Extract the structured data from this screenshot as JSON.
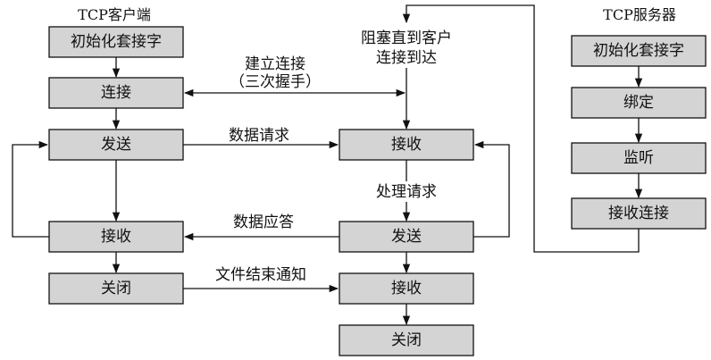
{
  "client": {
    "title": "TCP客户端",
    "boxes": [
      "初始化套接字",
      "连接",
      "发送",
      "接收",
      "关闭"
    ]
  },
  "server": {
    "title": "TCP服务器",
    "boxes": [
      "初始化套接字",
      "绑定",
      "监听",
      "接收连接"
    ],
    "block_label": [
      "阻塞直到客户",
      "连接到达"
    ],
    "middle_boxes": [
      "接收",
      "发送",
      "接收",
      "关闭"
    ]
  },
  "edge_labels": {
    "connect": [
      "建立连接",
      "（三次握手）"
    ],
    "data_request": "数据请求",
    "process_request": "处理请求",
    "data_reply": "数据应答",
    "eof_notify": "文件结束通知"
  }
}
